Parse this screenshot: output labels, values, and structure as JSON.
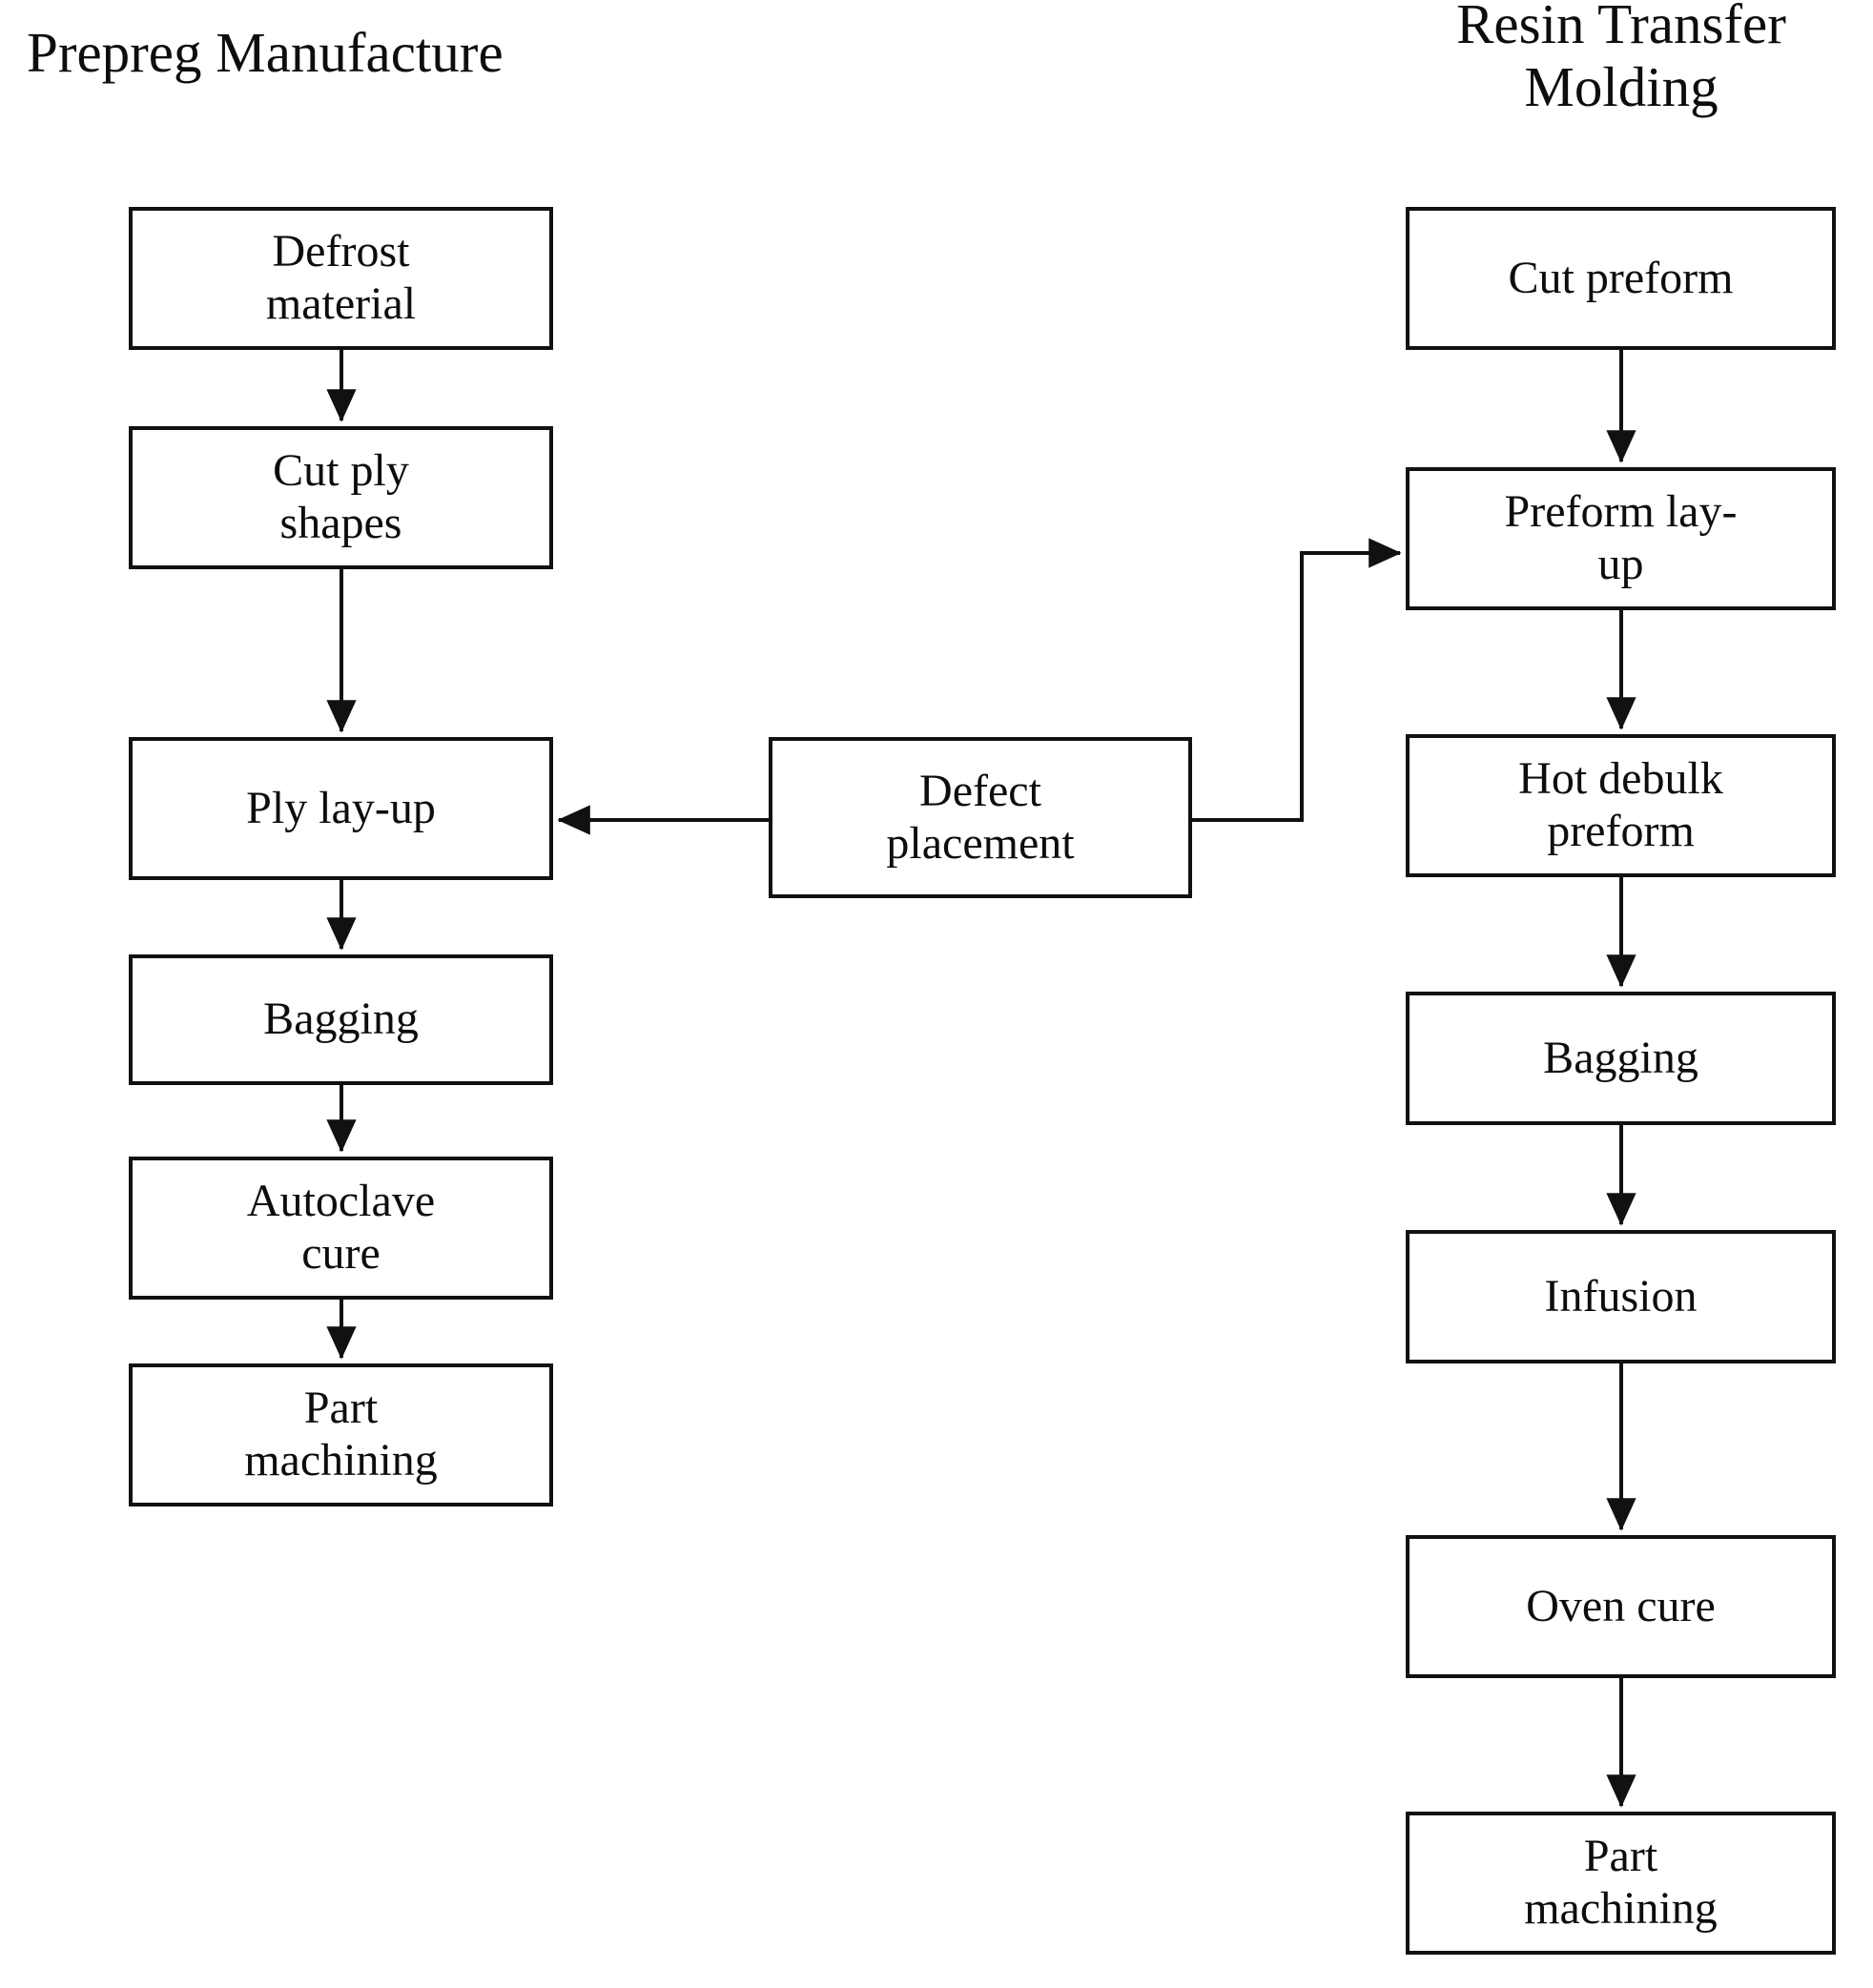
{
  "diagram": {
    "title_left": "Prepreg Manufacture",
    "title_right": "Resin Transfer\nMolding",
    "background_color": "#ffffff",
    "line_color": "#111111",
    "text_color": "#0d0d0d"
  },
  "columns": {
    "prepreg": {
      "heading": "Prepreg Manufacture",
      "nodes": [
        {
          "id": "defrost-material",
          "label": "Defrost\nmaterial"
        },
        {
          "id": "cut-ply-shapes",
          "label": "Cut ply\nshapes"
        },
        {
          "id": "ply-layup",
          "label": "Ply lay-up"
        },
        {
          "id": "bagging-prepreg",
          "label": "Bagging"
        },
        {
          "id": "autoclave-cure",
          "label": "Autoclave\ncure"
        },
        {
          "id": "part-machining-prepreg",
          "label": "Part\nmachining"
        }
      ]
    },
    "rtm": {
      "heading": "Resin Transfer Molding",
      "nodes": [
        {
          "id": "cut-preform",
          "label": "Cut preform"
        },
        {
          "id": "preform-layup",
          "label": "Preform lay-\nup"
        },
        {
          "id": "hot-debulk-preform",
          "label": "Hot debulk\npreform"
        },
        {
          "id": "bagging-rtm",
          "label": "Bagging"
        },
        {
          "id": "infusion",
          "label": "Infusion"
        },
        {
          "id": "oven-cure",
          "label": "Oven cure"
        },
        {
          "id": "part-machining-rtm",
          "label": "Part\nmachining"
        }
      ]
    }
  },
  "shared": {
    "defect_placement": {
      "id": "defect-placement",
      "label": "Defect\nplacement"
    }
  },
  "edges": [
    {
      "from": "defrost-material",
      "to": "cut-ply-shapes",
      "kind": "vertical-arrow"
    },
    {
      "from": "cut-ply-shapes",
      "to": "ply-layup",
      "kind": "vertical-arrow"
    },
    {
      "from": "ply-layup",
      "to": "bagging-prepreg",
      "kind": "vertical-arrow"
    },
    {
      "from": "bagging-prepreg",
      "to": "autoclave-cure",
      "kind": "vertical-arrow"
    },
    {
      "from": "autoclave-cure",
      "to": "part-machining-prepreg",
      "kind": "vertical-arrow"
    },
    {
      "from": "cut-preform",
      "to": "preform-layup",
      "kind": "vertical-arrow"
    },
    {
      "from": "preform-layup",
      "to": "hot-debulk-preform",
      "kind": "vertical-arrow"
    },
    {
      "from": "hot-debulk-preform",
      "to": "bagging-rtm",
      "kind": "vertical-arrow"
    },
    {
      "from": "bagging-rtm",
      "to": "infusion",
      "kind": "vertical-arrow"
    },
    {
      "from": "infusion",
      "to": "oven-cure",
      "kind": "vertical-arrow"
    },
    {
      "from": "oven-cure",
      "to": "part-machining-rtm",
      "kind": "vertical-arrow"
    },
    {
      "from": "defect-placement",
      "to": "ply-layup",
      "kind": "horizontal-arrow-left"
    },
    {
      "from": "defect-placement",
      "to": "preform-layup",
      "kind": "orthogonal-arrow-right"
    }
  ]
}
